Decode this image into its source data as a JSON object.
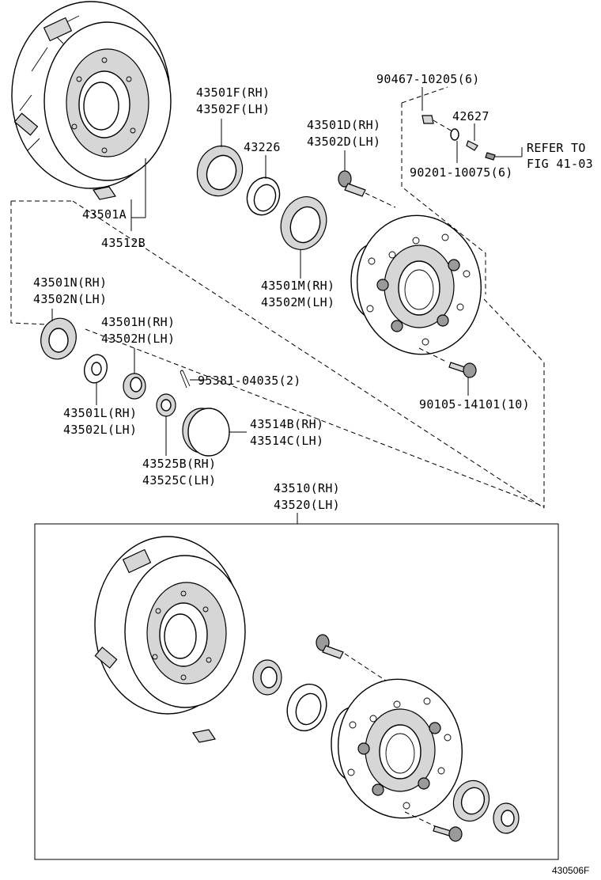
{
  "labels": {
    "l_43501A": "43501A",
    "l_43512B": "43512B",
    "l_43501F": "43501F(RH)",
    "l_43502F": "43502F(LH)",
    "l_43226": "43226",
    "l_43501D": "43501D(RH)",
    "l_43502D": "43502D(LH)",
    "l_90467": "90467-10205(6)",
    "l_42627": "42627",
    "l_refer1": "REFER TO",
    "l_refer2": "FIG 41-03",
    "l_90201": "90201-10075(6)",
    "l_43501N": "43501N(RH)",
    "l_43502N": "43502N(LH)",
    "l_43501M": "43501M(RH)",
    "l_43502M": "43502M(LH)",
    "l_43501H": "43501H(RH)",
    "l_43502H": "43502H(LH)",
    "l_95381": "95381-04035(2)",
    "l_90105": "90105-14101(10)",
    "l_43501L": "43501L(RH)",
    "l_43502L": "43502L(LH)",
    "l_43514B": "43514B(RH)",
    "l_43514C": "43514C(LH)",
    "l_43525B": "43525B(RH)",
    "l_43525C": "43525C(LH)",
    "l_43510": "43510(RH)",
    "l_43520": "43520(LH)",
    "figure_id": "430506F"
  }
}
